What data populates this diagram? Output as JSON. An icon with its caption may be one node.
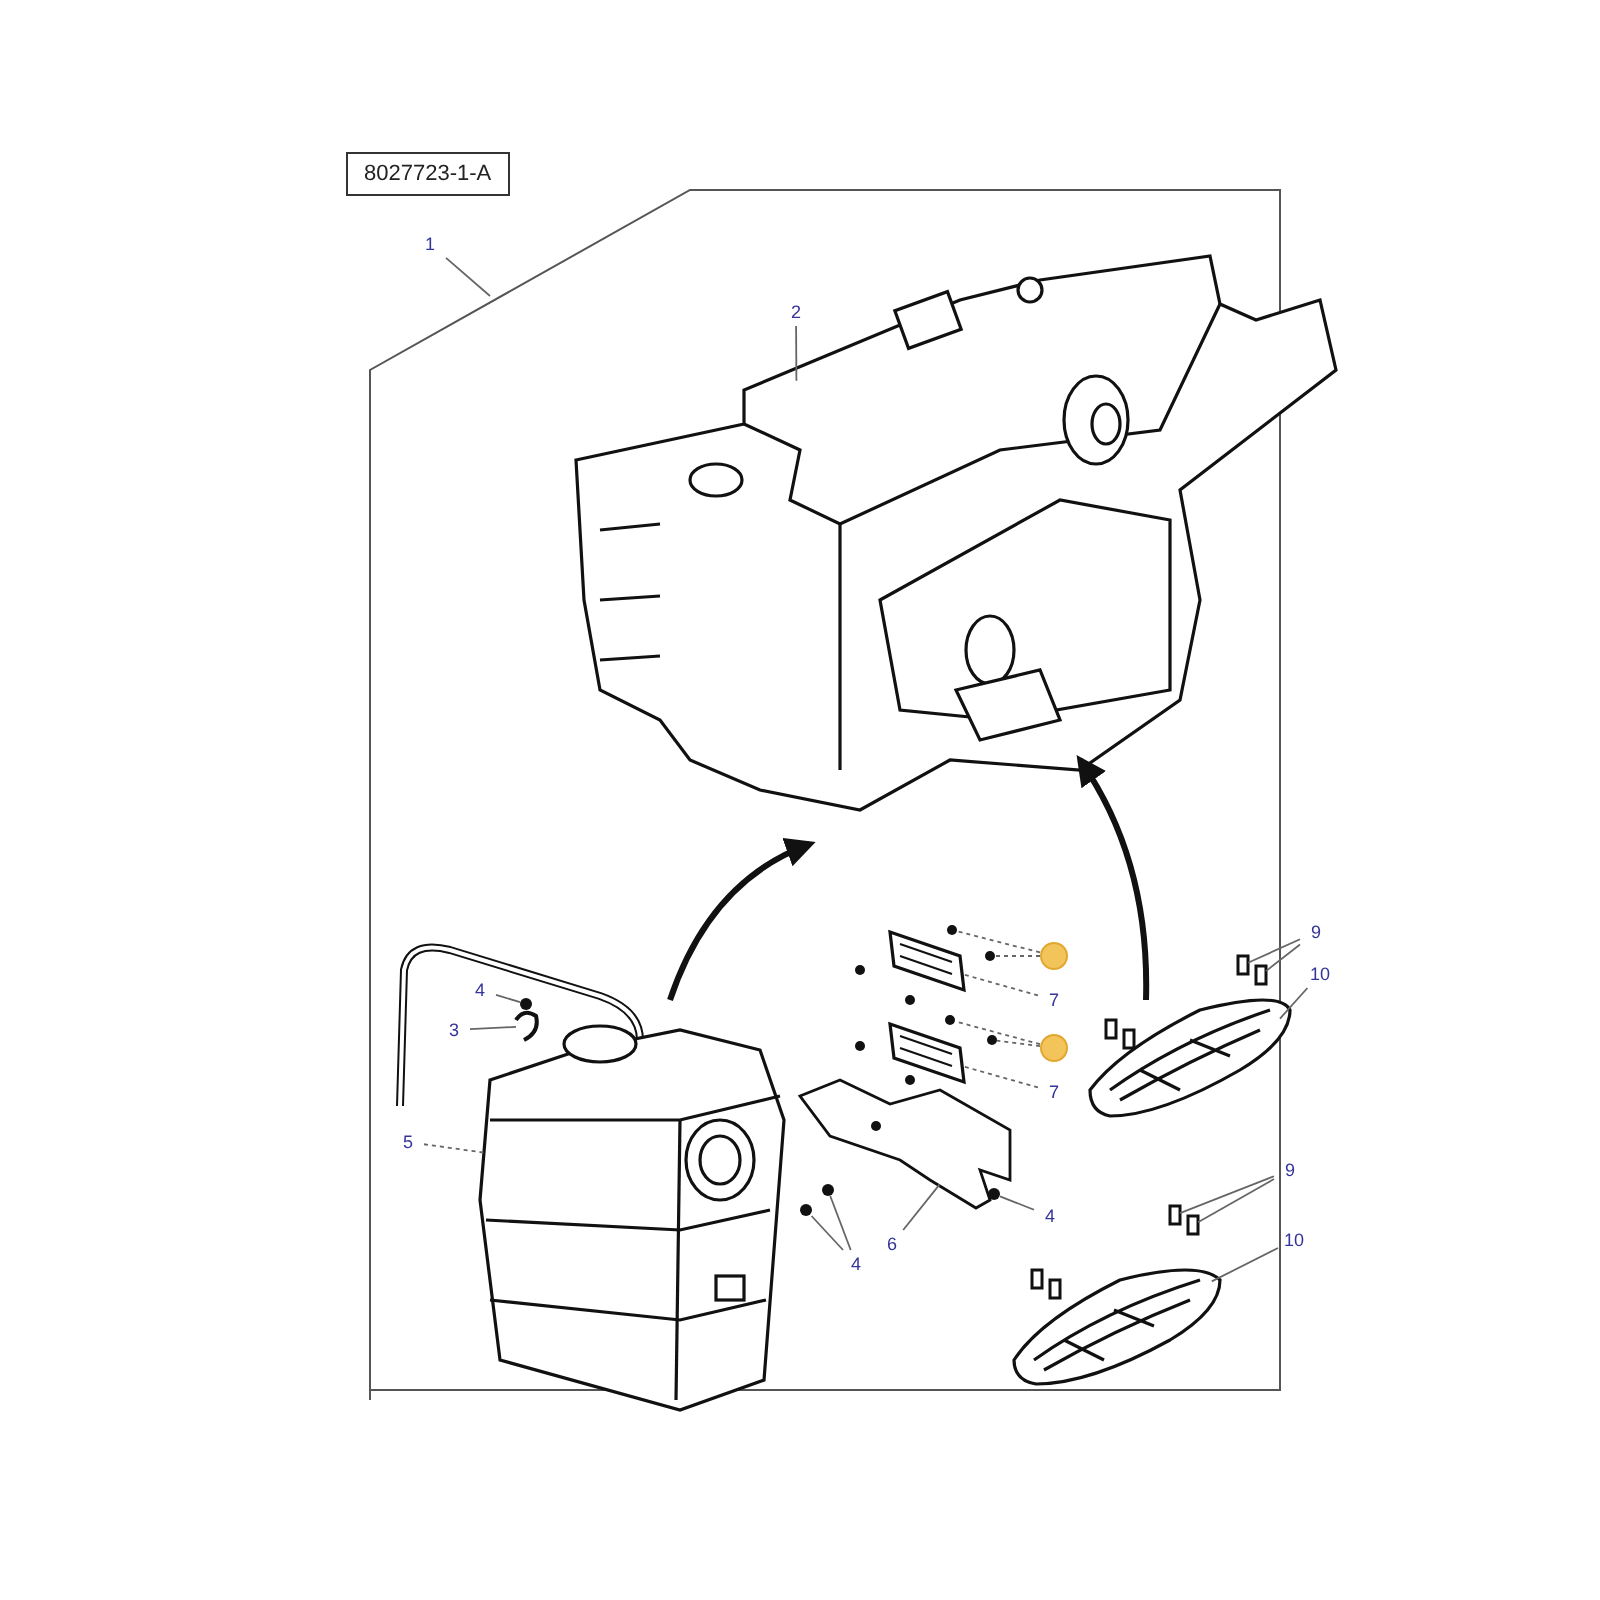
{
  "diagram": {
    "nodes": [
      {
        "text": [
          "1"
        ]
      },
      {
        "text": [
          "2"
        ]
      },
      {
        "text": [
          "4"
        ]
      },
      {
        "text": [
          "3"
        ]
      },
      {
        "text": [
          "5"
        ]
      },
      {
        "text": [],
        "shape": "circle"
      },
      {
        "text": [
          "7"
        ]
      },
      {
        "text": [],
        "shape": "circle"
      },
      {
        "text": [
          "7"
        ]
      },
      {
        "text": [
          "9"
        ]
      },
      {
        "text": [
          "10"
        ]
      },
      {
        "text": [
          "4"
        ]
      },
      {
        "text": [
          "6"
        ]
      },
      {
        "text": [
          "4"
        ]
      },
      {
        "text": [
          "9"
        ]
      },
      {
        "text": [
          "10"
        ]
      },
      {
        "text": [],
        "shape": "picture"
      },
      {
        "text": [],
        "shape": "circle"
      },
      {
        "text": [],
        "shape": "picture"
      },
      {
        "text": [],
        "shape": "picture"
      },
      {
        "text": [],
        "shape": "circle"
      },
      {
        "text": [],
        "shape": "circle"
      },
      {
        "text": [],
        "shape": "picture"
      },
      {
        "text": [],
        "shape": "circle"
      },
      {
        "text": [],
        "shape": "circle"
      },
      {
        "text": [],
        "shape": "picture"
      },
      {
        "text": [],
        "shape": "box"
      },
      {
        "text": [],
        "shape": "box"
      },
      {
        "text": [],
        "shape": "picture"
      },
      {
        "text": [],
        "shape": "circle"
      },
      {
        "text": [],
        "shape": "picture"
      },
      {
        "text": [],
        "shape": "circle"
      },
      {
        "text": [],
        "shape": "circle"
      },
      {
        "text": [],
        "shape": "box"
      },
      {
        "text": [],
        "shape": "box"
      },
      {
        "text": [],
        "shape": "picture"
      }
    ],
    "edges": [
      {
        "from": 0,
        "to": null,
        "arrow": "none"
      },
      {
        "from": 1,
        "to": 16,
        "arrow": "none"
      },
      {
        "from": 2,
        "to": 17,
        "arrow": "none"
      },
      {
        "from": 3,
        "to": 18,
        "arrow": "none"
      },
      {
        "from": 4,
        "to": 19,
        "arrow": "none",
        "style": "dashed"
      },
      {
        "from": 5,
        "to": 20,
        "arrow": "none",
        "style": "dashed"
      },
      {
        "from": 5,
        "to": 21,
        "arrow": "none",
        "style": "dashed"
      },
      {
        "from": 6,
        "to": 22,
        "arrow": "none",
        "style": "dashed"
      },
      {
        "from": 7,
        "to": 23,
        "arrow": "none",
        "style": "dashed"
      },
      {
        "from": 7,
        "to": 24,
        "arrow": "none",
        "style": "dashed"
      },
      {
        "from": 8,
        "to": 25,
        "arrow": "none",
        "style": "dashed"
      },
      {
        "from": 9,
        "to": 26,
        "arrow": "none"
      },
      {
        "from": 9,
        "to": 27,
        "arrow": "none"
      },
      {
        "from": 10,
        "to": 28,
        "arrow": "none"
      },
      {
        "from": 11,
        "to": 29,
        "arrow": "none"
      },
      {
        "from": 12,
        "to": 30,
        "arrow": "none"
      },
      {
        "from": 13,
        "to": 31,
        "arrow": "none"
      },
      {
        "from": 13,
        "to": 32,
        "arrow": "none"
      },
      {
        "from": 14,
        "to": 33,
        "arrow": "none"
      },
      {
        "from": 14,
        "to": 34,
        "arrow": "none"
      },
      {
        "from": 15,
        "to": 35,
        "arrow": "none"
      }
    ],
    "labels": [
      "8027723-1-A"
    ]
  }
}
